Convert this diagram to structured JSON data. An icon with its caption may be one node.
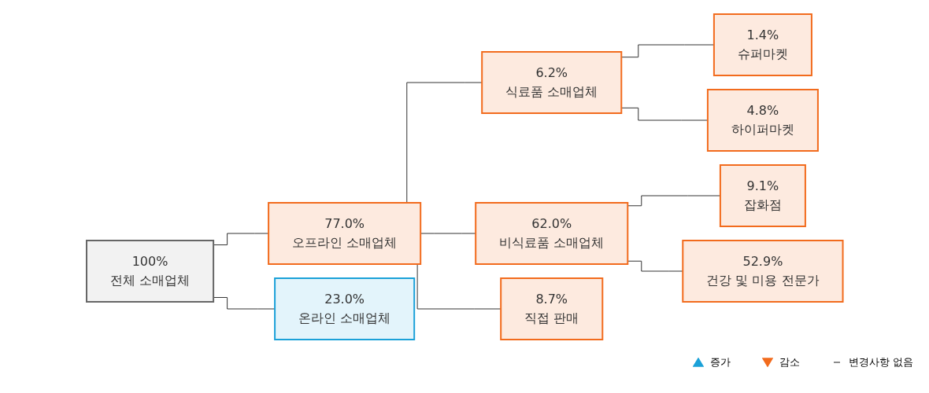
{
  "diagram": {
    "nodes": [
      {
        "text": [
          "100%",
          "전체 소매업체"
        ]
      },
      {
        "text": [
          "77.0%",
          "오프라인 소매업체"
        ]
      },
      {
        "text": [
          "23.0%",
          "온라인 소매업체"
        ]
      },
      {
        "text": [
          "6.2%",
          "식료품 소매업체"
        ]
      },
      {
        "text": [
          "1.4%",
          "슈퍼마켓"
        ]
      },
      {
        "text": [
          "4.8%",
          "하이퍼마켓"
        ]
      },
      {
        "text": [
          "62.0%",
          "비식료품 소매업체"
        ]
      },
      {
        "text": [
          "9.1%",
          "잡화점"
        ]
      },
      {
        "text": [
          "52.9%",
          "건강 및 미용 전문가"
        ]
      },
      {
        "text": [
          "8.7%",
          "직접 판매"
        ]
      }
    ],
    "edges": [
      {
        "from": 0,
        "to": 1,
        "arrow": "none"
      },
      {
        "from": 0,
        "to": 2,
        "arrow": "none"
      },
      {
        "from": 1,
        "to": 3,
        "arrow": "none"
      },
      {
        "from": 1,
        "to": 6,
        "arrow": "none"
      },
      {
        "from": 1,
        "to": 9,
        "arrow": "none"
      },
      {
        "from": 3,
        "to": 4,
        "arrow": "none"
      },
      {
        "from": 3,
        "to": 5,
        "arrow": "none"
      },
      {
        "from": 6,
        "to": 7,
        "arrow": "none"
      },
      {
        "from": 6,
        "to": 8,
        "arrow": "none"
      }
    ],
    "legend": [
      {
        "text": "증가"
      },
      {
        "text": "감소"
      },
      {
        "text": "변경사항 없음"
      }
    ]
  }
}
